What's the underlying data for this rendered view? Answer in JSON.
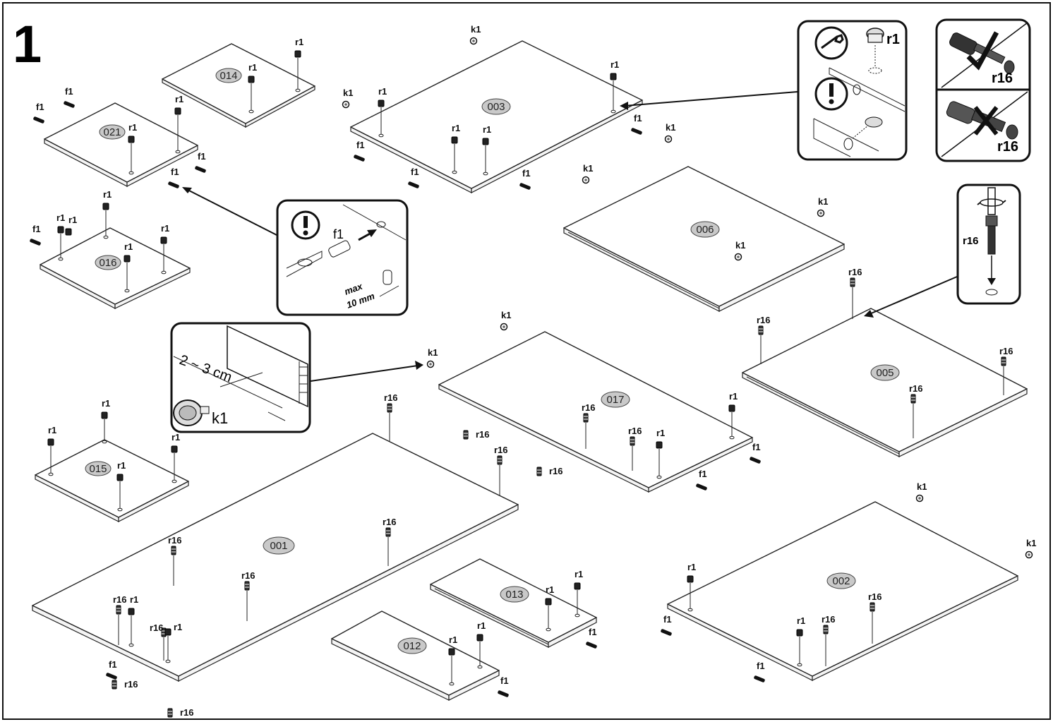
{
  "step_number": "1",
  "panel_ids": [
    "014",
    "021",
    "016",
    "015",
    "003",
    "006",
    "005",
    "017",
    "001",
    "013",
    "012",
    "002"
  ],
  "hardware": {
    "cam": "r1",
    "dowel": "f1",
    "bolt": "r16",
    "cap": "k1"
  },
  "callouts": {
    "dowel": {
      "label": "f1",
      "max_text": "max",
      "depth_text": "10 mm"
    },
    "cap": {
      "distance_text": "2 ~ 3 cm",
      "label": "k1"
    },
    "cam": {
      "label": "r1"
    },
    "bolt_top": {
      "label": "r16"
    },
    "bolt_bottom": {
      "label": "r16"
    },
    "bolt_screw": {
      "label": "r16"
    }
  },
  "colors": {
    "line": "#222222",
    "panel_fill": "#ffffff",
    "label_oval": "#c9c9c9"
  }
}
